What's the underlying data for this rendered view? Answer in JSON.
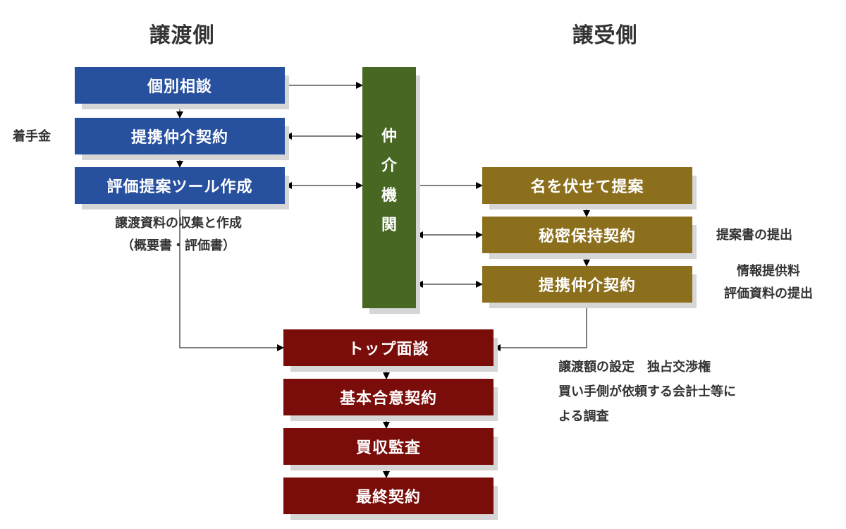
{
  "headings": {
    "seller": "譲渡側",
    "buyer": "譲受側"
  },
  "seller_steps": [
    {
      "label": "個別相談"
    },
    {
      "label": "提携仲介契約"
    },
    {
      "label": "評価提案ツール作成"
    }
  ],
  "broker": {
    "chars": [
      "仲",
      "介",
      "機",
      "関"
    ]
  },
  "buyer_steps": [
    {
      "label": "名を伏せて提案"
    },
    {
      "label": "秘密保持契約"
    },
    {
      "label": "提携仲介契約"
    }
  ],
  "joint_steps": [
    {
      "label": "トップ面談"
    },
    {
      "label": "基本合意契約"
    },
    {
      "label": "買収監査"
    },
    {
      "label": "最終契約"
    }
  ],
  "notes": {
    "retainer": "着手金",
    "seller_docs_line1": "譲渡資料の収集と作成",
    "seller_docs_line2": "（概要書・評価書）",
    "proposal_submission": "提案書の提出",
    "info_fee_line1": "情報提供料",
    "info_fee_line2": "評価資料の提出",
    "joint_line1": "譲渡額の設定　独占交渉権",
    "joint_line2": "買い手側が依頼する会計士等に",
    "joint_line3": "よる調査"
  },
  "colors": {
    "seller": "#27509f",
    "broker": "#476722",
    "buyer": "#8c6f1c",
    "joint": "#7a0c0a"
  }
}
